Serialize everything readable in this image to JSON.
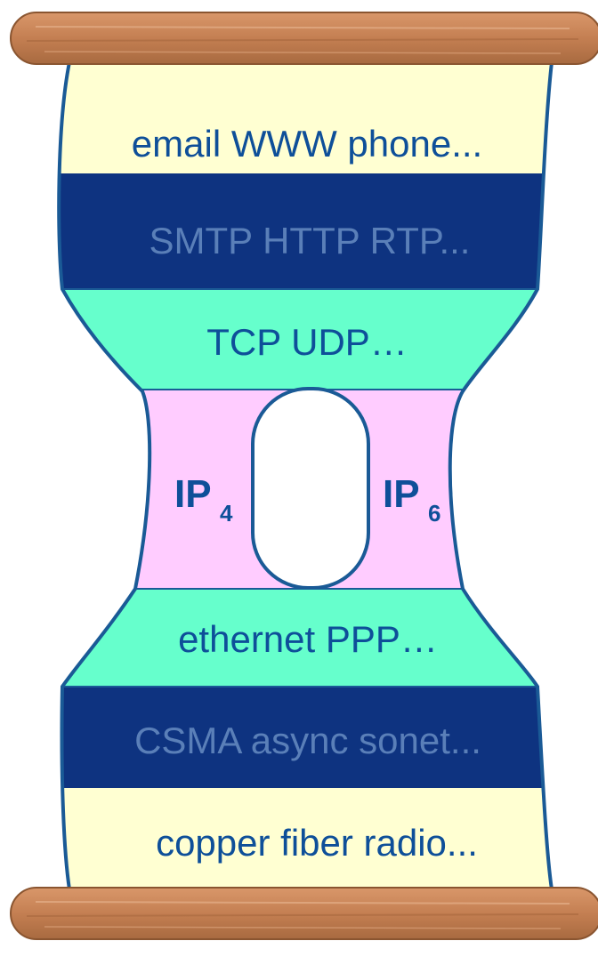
{
  "colors": {
    "outline": "#1a5a96",
    "pale_yellow": "#ffffd2",
    "navy": "#0e3380",
    "aqua": "#66ffcc",
    "pink": "#ffccff",
    "wood": "#c9865a",
    "wood_dark": "#9a5a34",
    "text_blue": "#0e4f99",
    "text_muted": "#5a7fb8"
  },
  "layers": [
    {
      "label": "email  WWW  phone..."
    },
    {
      "label": "SMTP  HTTP  RTP..."
    },
    {
      "label": "TCP  UDP…"
    },
    {
      "label": "ethernet   PPP…"
    },
    {
      "label": "CSMA  async  sonet..."
    },
    {
      "label": "copper  fiber  radio..."
    }
  ],
  "ip": {
    "left": {
      "main": "IP",
      "sub": "4"
    },
    "right": {
      "main": "IP",
      "sub": "6"
    }
  }
}
